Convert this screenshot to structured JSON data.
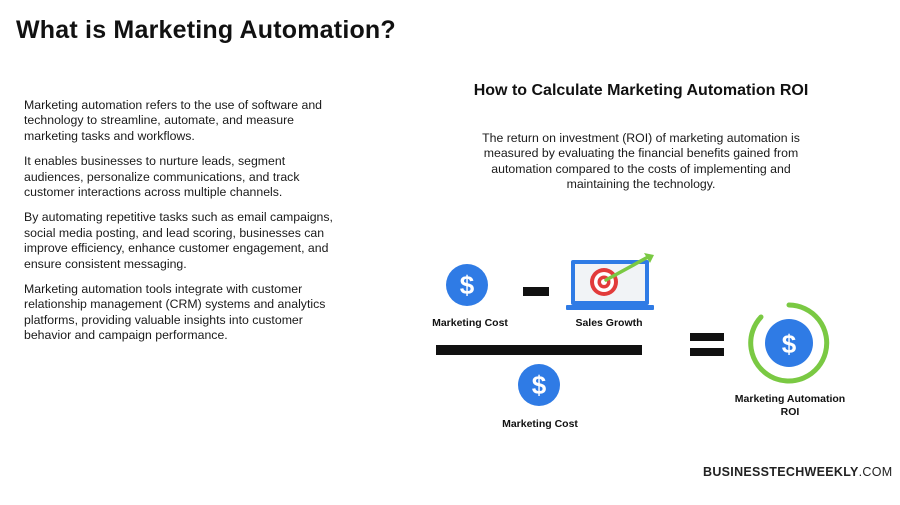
{
  "title": "What is Marketing Automation?",
  "left_paragraphs": [
    "Marketing automation refers to the use of software and technology to streamline, automate, and measure marketing tasks and workflows.",
    "It enables businesses to nurture leads, segment audiences, personalize communications, and track customer interactions across multiple channels.",
    "By automating repetitive tasks such as email campaigns, social media posting, and lead scoring, businesses can improve efficiency, enhance customer engagement, and ensure consistent messaging.",
    "Marketing automation tools integrate with customer relationship management (CRM) systems and analytics platforms, providing valuable insights into customer behavior and campaign performance."
  ],
  "roi_section": {
    "title": "How to Calculate Marketing Automation ROI",
    "description": "The return on investment (ROI) of marketing automation is measured by evaluating the financial benefits gained from automation compared to the costs of implementing and maintaining the technology.",
    "formula": {
      "term1_label": "Marketing Cost",
      "term2_label": "Sales Growth",
      "denominator_label": "Marketing Cost",
      "result_label_line1": "Marketing Automation",
      "result_label_line2": "ROI"
    },
    "icons": {
      "coin": "dollar-coin-icon",
      "laptop": "laptop-target-icon",
      "result": "roi-ring-icon"
    }
  },
  "brand": {
    "bold": "BUSINESSTECHWEEKLY",
    "suffix": ".COM"
  },
  "colors": {
    "coin_blue": "#2f7be5",
    "ring_green": "#7ac943",
    "target_red": "#e23b3b",
    "text": "#111111"
  }
}
